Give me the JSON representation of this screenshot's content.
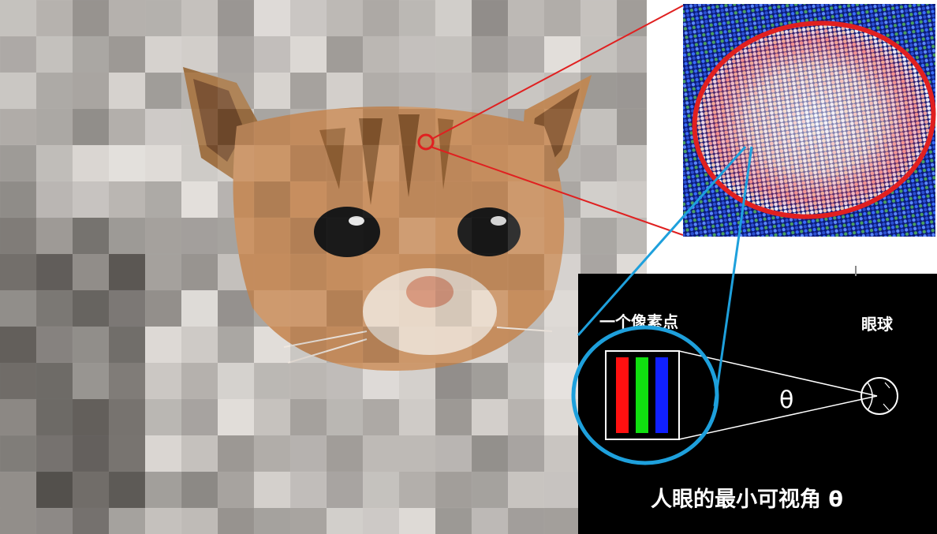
{
  "diagram": {
    "pixel_label": "一个像素点",
    "eye_label": "眼球",
    "theta_symbol": "θ",
    "caption": "人眼的最小可视角 θ"
  },
  "colors": {
    "red_callout": "#e02020",
    "blue_callout": "#1ea0dc",
    "subpixel_red": "#ff1010",
    "subpixel_green": "#10e010",
    "subpixel_blue": "#1020ff",
    "panel_bg": "#000000"
  },
  "images": {
    "photo": "pixelated-cat-photo",
    "zoom": "screen-subpixel-closeup"
  }
}
